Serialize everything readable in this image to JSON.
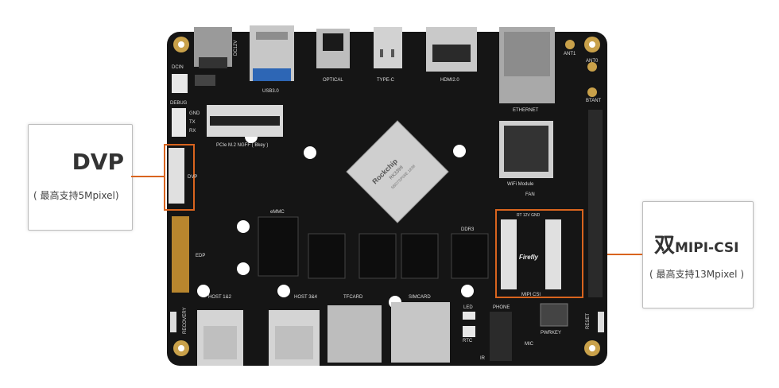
{
  "callouts": {
    "dvp": {
      "title": "DVP",
      "subtitle": "( 最高支持5Mpixel)"
    },
    "mipi": {
      "title_prefix": "双",
      "title_main": "MIPI-CSI",
      "subtitle": "( 最高支持13Mpixel )"
    }
  },
  "board": {
    "chip_brand": "Rockchip",
    "chip_model": "RK3399",
    "chip_code": "5BD7SP08E 1838",
    "firefly": "Firefly",
    "labels": {
      "dcin": "DCIN",
      "debug": "DEBUG",
      "gnd": "GND",
      "tx": "TX",
      "rx": "RX",
      "dc12v": "DC12V",
      "usb3": "USB3.0",
      "optical": "OPTICAL",
      "typec": "TYPE-C",
      "hdmi": "HDMI2.0",
      "ethernet": "ETHERNET",
      "ant1": "ANT1",
      "ant0": "ANT0",
      "btant": "BTANT",
      "pcie": "PCIe M.2 NGFF ( Bkey )",
      "wifi": "WiFi Module",
      "fan": "FAN",
      "emmc": "eMMC",
      "ddr3": "DDR3",
      "dvp": "DVP",
      "edp": "EDP",
      "mipi_csi": "MIPI CSI",
      "recovery": "RECOVERY",
      "host12": "HOST 1&2",
      "host34": "HOST 3&4",
      "tfcard": "TFCARD",
      "simcard": "SIMCARD",
      "led": "LED",
      "rtc": "RTC",
      "ir": "IR",
      "phone": "PHONE",
      "mic": "MIC",
      "pwrkey": "PWRKEY",
      "reset": "RESET",
      "rt12v": "RT  12V  GND"
    }
  },
  "colors": {
    "accent": "#d9641e",
    "pcb": "#151515"
  }
}
